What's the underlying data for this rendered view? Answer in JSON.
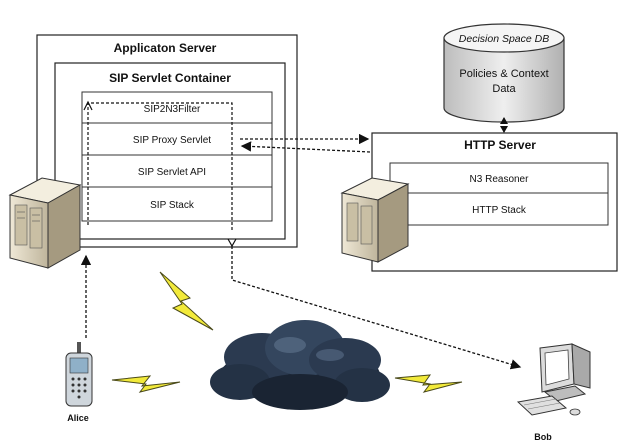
{
  "app_server": {
    "title": "Applicaton Server",
    "container_title": "SIP Servlet Container",
    "layers": [
      "SIP2N3Filter",
      "SIP Proxy Servlet",
      "SIP Servlet API",
      "SIP Stack"
    ]
  },
  "http_server": {
    "title": "HTTP Server",
    "layers": [
      "N3 Reasoner",
      "HTTP Stack"
    ]
  },
  "database": {
    "title": "Decision Space DB",
    "line1": "Policies & Context",
    "line2": "Data"
  },
  "actors": {
    "alice": "Alice",
    "bob": "Bob"
  },
  "colors": {
    "cloud": "#1e2a3a",
    "lightning": "#f2ea3a",
    "server_body": "#d8cfb8",
    "db_body": "#d4d4d4"
  }
}
